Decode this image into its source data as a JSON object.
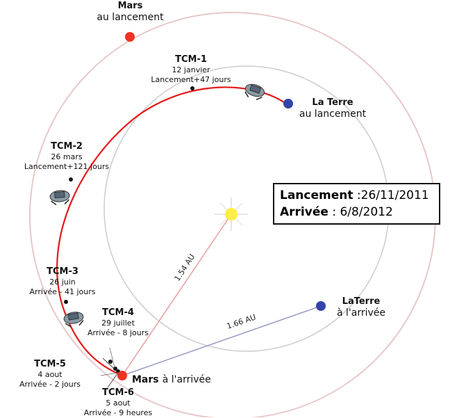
{
  "mars_launch": {
    "title": "Mars",
    "subtitle": "au lancement"
  },
  "earth_launch": {
    "title": "La Terre",
    "subtitle": "au lancement"
  },
  "earth_arrival": {
    "title": "LaTerre",
    "subtitle": "à l'arrivée"
  },
  "mars_arrival": {
    "title": "Mars",
    "subtitle": "à l'arrivée"
  },
  "info_box": {
    "launch_label": "Lancement",
    "launch_value": ":26/11/2011",
    "arrival_label": "Arrivée",
    "arrival_value": ": 6/8/2012"
  },
  "distances": {
    "sun_mars": "1.54 AU",
    "sun_earth": "1.66 AU"
  },
  "maneuvers": [
    {
      "name": "TCM-1",
      "date": "12 janvier",
      "offset": "Lancement+47 jours"
    },
    {
      "name": "TCM-2",
      "date": "26 mars",
      "offset": "Lancement+121 jours"
    },
    {
      "name": "TCM-3",
      "date": "26 juin",
      "offset": "Arrivée - 41 jours"
    },
    {
      "name": "TCM-4",
      "date": "29 juillet",
      "offset": "Arrivée - 8 jours"
    },
    {
      "name": "TCM-5",
      "date": "4 aout",
      "offset": "Arrivée - 2 jours"
    },
    {
      "name": "TCM-6",
      "date": "5 aout",
      "offset": "Arrivée - 9 heures"
    }
  ],
  "colors": {
    "trajectory": "#e41a1a",
    "mars": "#ee3322",
    "earth": "#3344aa",
    "sun": "#ffee44",
    "orbit": "#e8c8c8",
    "earth_orbit": "#c8c8c8",
    "sun_mars_line": "#e8a0a0",
    "sun_earth_line": "#9a9ac8"
  },
  "icons": [
    "spacecraft-icon",
    "sun-icon"
  ]
}
